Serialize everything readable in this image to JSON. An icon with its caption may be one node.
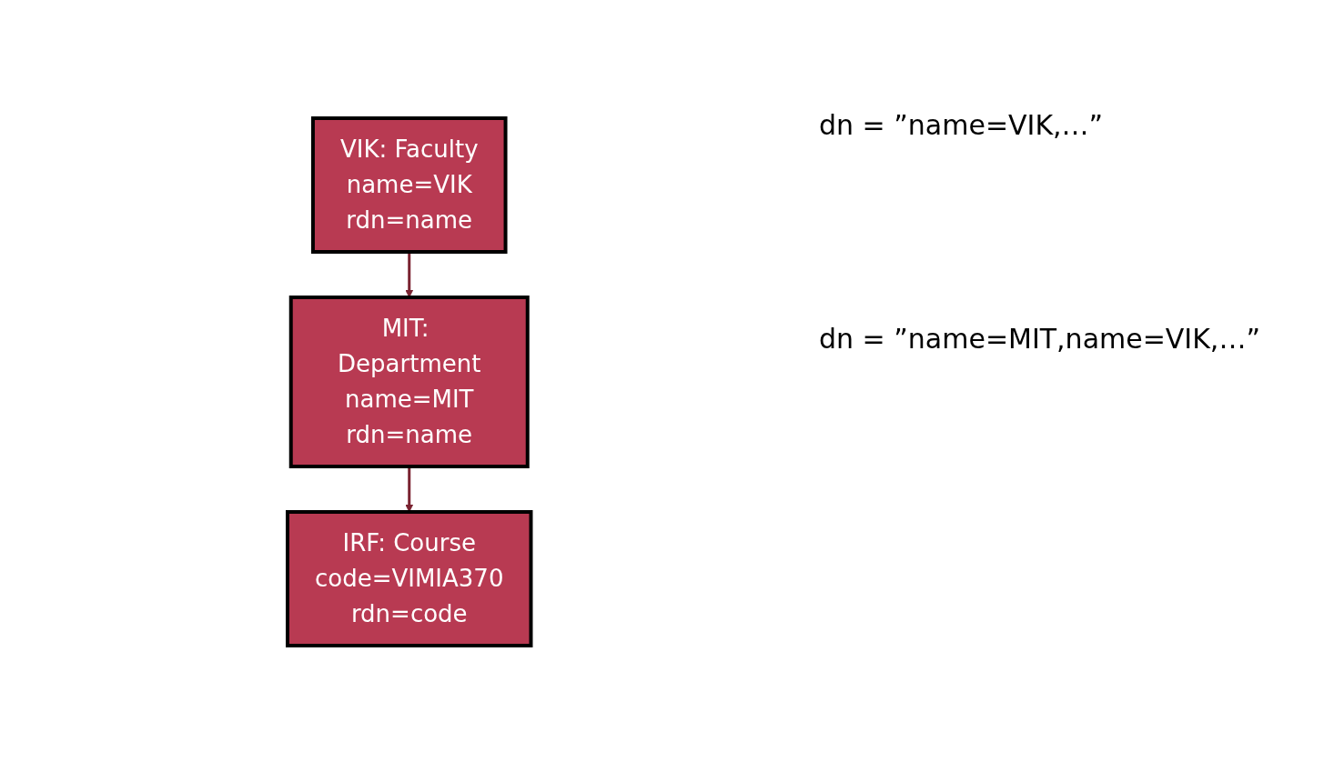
{
  "diagram": {
    "nodes": [
      {
        "text": [
          "VIK: Faculty",
          "name=VIK",
          "rdn=name"
        ]
      },
      {
        "text": [
          "MIT: Department",
          "name=MIT",
          "rdn=name"
        ]
      },
      {
        "text": [
          "IRF: Course",
          "code=VIMIA370",
          "rdn=code"
        ]
      }
    ],
    "edges": [
      {
        "from": 0,
        "to": 1,
        "arrow": "to",
        "color": "#7a2230"
      },
      {
        "from": 1,
        "to": 2,
        "arrow": "to",
        "color": "#7a2230"
      }
    ],
    "labels": [
      "dn = ”name=VIK,…”",
      "dn = ”name=MIT,name=VIK,…”"
    ]
  }
}
